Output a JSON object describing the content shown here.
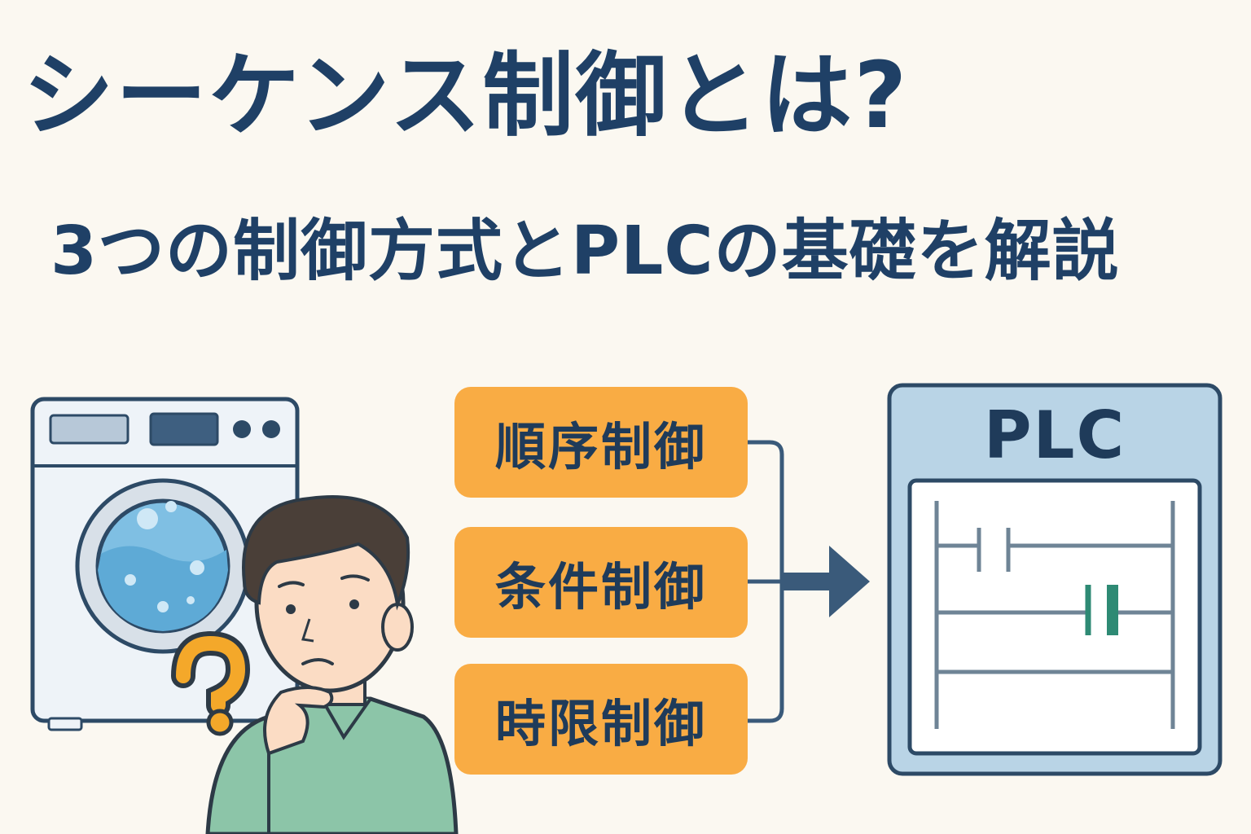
{
  "title": "シーケンス制御とは?",
  "subtitle": "3つの制御方式とPLCの基礎を解説",
  "methods": [
    {
      "label": "順序制御"
    },
    {
      "label": "条件制御"
    },
    {
      "label": "時限制御"
    }
  ],
  "plc": {
    "label": "PLC"
  },
  "colors": {
    "navy": "#1f4066",
    "orange": "#f9ac44",
    "plc_panel": "#b9d4e6",
    "connector": "#3a5a7a",
    "shirt": "#8cc5a8",
    "question_mark": "#f4a82a"
  },
  "icons": [
    "washing-machine-icon",
    "thinking-person-icon",
    "question-mark-icon",
    "arrow-right-icon",
    "ladder-diagram-icon"
  ]
}
